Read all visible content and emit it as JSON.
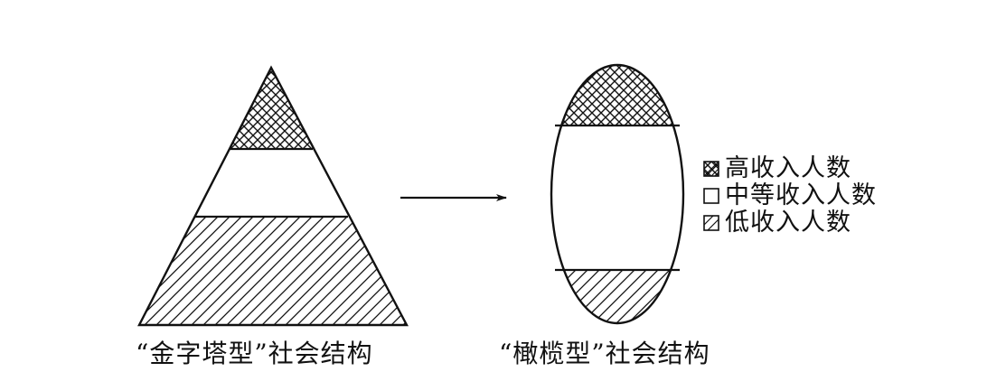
{
  "diagram": {
    "title": "Transition from pyramid-type to olive-type social structure",
    "colors": {
      "stroke": "#111111",
      "background": "#ffffff"
    },
    "pyramid": {
      "caption": "“金字塔型”社会结构",
      "bands": [
        {
          "name": "high-income",
          "pattern": "crosshatch",
          "share_label": "top"
        },
        {
          "name": "middle-income",
          "pattern": "blank",
          "share_label": "middle"
        },
        {
          "name": "low-income",
          "pattern": "diagonal",
          "share_label": "bottom"
        }
      ]
    },
    "olive": {
      "caption": "“橄榄型”社会结构",
      "bands": [
        {
          "name": "high-income",
          "pattern": "crosshatch",
          "share_label": "top"
        },
        {
          "name": "middle-income",
          "pattern": "blank",
          "share_label": "middle"
        },
        {
          "name": "low-income",
          "pattern": "diagonal",
          "share_label": "bottom"
        }
      ]
    },
    "arrow": {
      "icon": "right-arrow-icon"
    },
    "legend": [
      {
        "pattern": "crosshatch",
        "label": "高收入人数"
      },
      {
        "pattern": "blank",
        "label": "中等收入人数"
      },
      {
        "pattern": "diagonal",
        "label": "低收入人数"
      }
    ]
  }
}
